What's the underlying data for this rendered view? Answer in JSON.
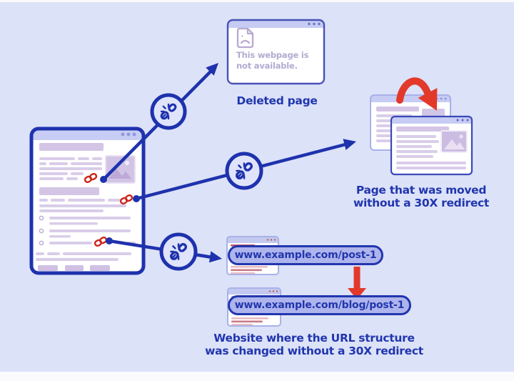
{
  "deleted_window": {
    "message_line1": "This webpage is",
    "message_line2": "not available."
  },
  "labels": {
    "deleted": "Deleted page",
    "moved_line1": "Page that was moved",
    "moved_line2": "without a 30X redirect",
    "url_line1": "Website where the URL structure",
    "url_line2": "was changed without a 30X redirect"
  },
  "urls": {
    "old": "www.example.com/post-1",
    "new": "www.example.com/blog/post-1"
  },
  "colors": {
    "canvas_bg": "#dce2f8",
    "accent_blue": "#1e32ad",
    "text_blue": "#2136ae",
    "red": "#e2392b",
    "red_chain": "#cc2418",
    "mauve_bar": "#d9cde9",
    "titlebar_lavender": "#c6ccf3",
    "pill_fill": "#aeb4ec"
  },
  "icons": {
    "broken_link_badge": "circle containing broken chain with spark lines",
    "broken_chain": "small red broken hyperlink chain",
    "page_not_found": "sad document page with folded corner",
    "image_placeholder": "mountains with sun photo placeholder",
    "redirect_curved_arrow": "thick red curved arrow",
    "redirect_down_arrow": "thick red straight down arrow",
    "window_controls": "three window dots"
  }
}
